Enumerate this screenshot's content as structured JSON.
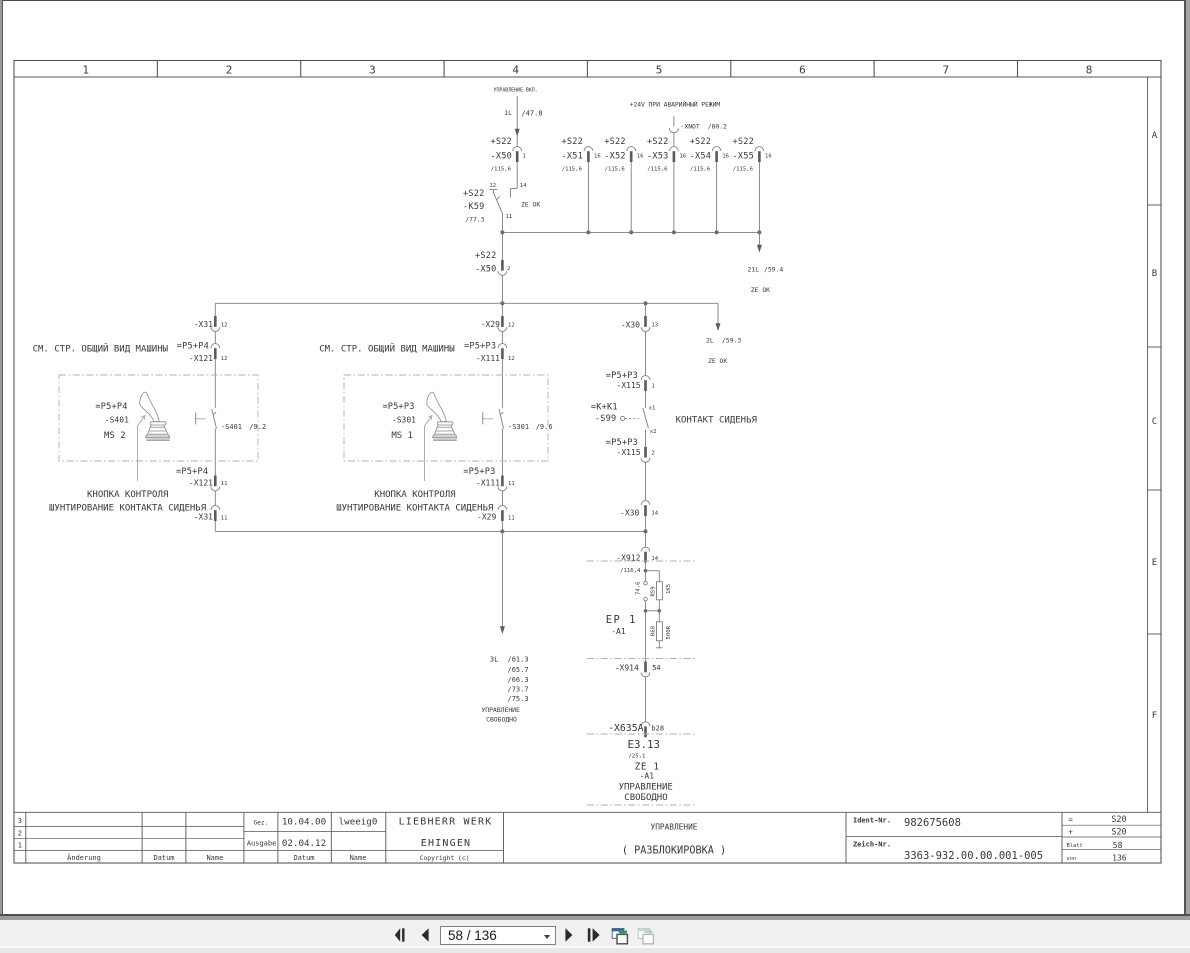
{
  "toolbar": {
    "page_indicator": "58 / 136",
    "first_button": "go to first page",
    "prev_button": "previous page",
    "next_button": "next page",
    "last_button": "go to last page",
    "back_view_button": "previous view",
    "forward_view_button": "next view"
  },
  "frame": {
    "columns": [
      "1",
      "2",
      "3",
      "4",
      "5",
      "6",
      "7",
      "8"
    ],
    "rows": [
      "A",
      "B",
      "C",
      "E",
      "F"
    ]
  },
  "title_block": {
    "rev3": "3",
    "rev2": "2",
    "rev1": "1",
    "header_anderung": "Änderung",
    "header_datum": "Datum",
    "header_name": "Name",
    "gez_label": "Gez.",
    "gez_date": "10.04.00",
    "gez_name": "lweeig0",
    "ausgabe_label": "Ausgabe",
    "ausgabe_date": "02.04.12",
    "header_datum2": "Datum",
    "header_name2": "Name",
    "company_line1": "LIEBHERR WERK",
    "company_line2": "EHINGEN",
    "copyright": "Copyright (c)",
    "title_line1": "УПРАВЛЕНИЕ",
    "title_line2": "( РАЗБЛОКИРОВКА )",
    "ident_label": "Ident-Nr.",
    "ident_value": "982675608",
    "zeich_label": "Zeich-Nr.",
    "zeich_value": "3363-932.00.00.001-005",
    "eq_label": "=",
    "eq_value": "S20",
    "plus_label": "+",
    "plus_value": "S20",
    "blatt_label": "Blatt",
    "blatt_value": "58",
    "von_label": "von",
    "von_value": "136"
  },
  "schematic": {
    "top_note": "УПРАВЛЕНИЕ ВКЛ.",
    "w1l": "1L",
    "r478": "/47.8",
    "note24v": "+24V ПРИ АВАРИЙНЫЙ РЕЖИМ",
    "xnot_tag": "-XNOT",
    "xnot_ref": "/80.2",
    "s22": "+S22",
    "x50": "-X50",
    "x51": "-X51",
    "x52": "-X52",
    "x53": "-X53",
    "x54": "-X54",
    "x55": "-X55",
    "r1156": "/115,6",
    "p1": "1",
    "p2": "2",
    "p16": "16",
    "p11": "11",
    "p12": "12",
    "p13": "13",
    "p14": "14",
    "k59": "-K59",
    "r773": "/77.3",
    "zeok": "ZE OK",
    "w21l": "21L",
    "r594": "/59.4",
    "w2l": "2L",
    "r593": "/59.3",
    "see_note": "СМ. СТР. ОБЩИЙ ВИД МАШИНЫ",
    "p5p4": "=P5+P4",
    "p5p3": "=P5+P3",
    "x31": "-X31",
    "x121": "-X121",
    "x29": "-X29",
    "x111": "-X111",
    "s401": "-S401",
    "r92": "/9.2",
    "ms2": "MS 2",
    "s301": "-S301",
    "r96": "/9.6",
    "ms1": "MS 1",
    "button_note": "КНОПКА КОНТРОЛЯ",
    "shunt_note": "ШУНТИРОВАНИЕ КОНТАКТА СИДЕНЬЯ",
    "x30": "-X30",
    "x115": "-X115",
    "kk1": "=K+K1",
    "s99": "-S99",
    "px1": "x1",
    "px2": "x2",
    "seat_note": "КОНТАКТ СИДЕНЬЯ",
    "w3l": "3L",
    "r613": "/61.3",
    "r657": "/65.7",
    "r663": "/66.3",
    "r737": "/73.7",
    "r753": "/75.3",
    "ctl_free1": "УПРАВЛЕНИЕ",
    "ctl_free2": "СВОБОДНО",
    "x912": "-X912",
    "r1164": "/116,4",
    "p746": "74,6",
    "r59": "R59",
    "v1k5": "1K5",
    "r60": "R60",
    "v500r": "500R",
    "ep1": "EP 1",
    "a1": "-A1",
    "x914": "-X914",
    "p54": "54",
    "x635a": "-X635A",
    "pb28": "b28",
    "e313": "E3.13",
    "r251": "/25,1",
    "ze1": "ZE 1"
  },
  "colors": {
    "wire": "#7d7d7d",
    "frame": "#555555",
    "toolbar_bg": "#f1f1f1",
    "icon_dark": "#2b2b2b",
    "icon_blue": "#3465a4",
    "icon_green": "#2e7d57"
  }
}
